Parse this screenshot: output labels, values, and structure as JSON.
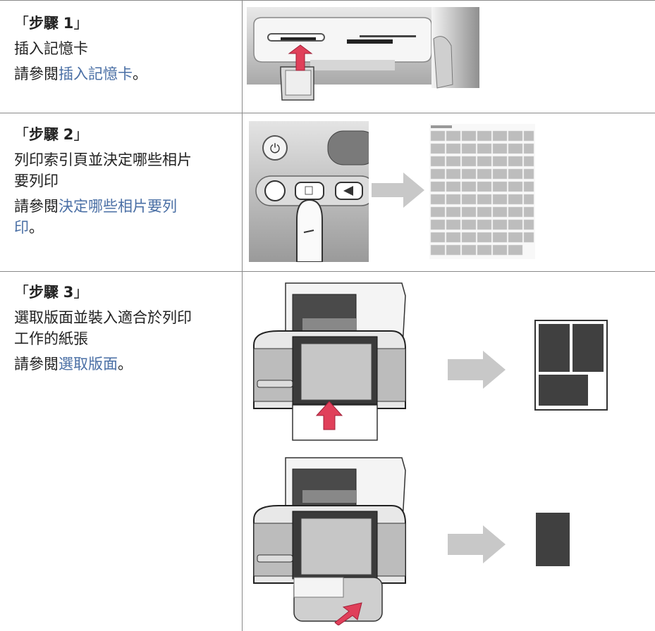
{
  "steps": [
    {
      "open_bracket": "「",
      "step_word": "步驟",
      "number": "1",
      "close_bracket": "」",
      "description": "插入記憶卡",
      "ref_prefix": "請參閱",
      "ref_link": "插入記憶卡",
      "ref_suffix": "。"
    },
    {
      "open_bracket": "「",
      "step_word": "步驟",
      "number": "2",
      "close_bracket": "」",
      "description": "列印索引頁並決定哪些相片要列印",
      "ref_prefix": "請參閱",
      "ref_link": "決定哪些相片要列印",
      "ref_suffix": "。"
    },
    {
      "open_bracket": "「",
      "step_word": "步驟",
      "number": "3",
      "close_bracket": "」",
      "description": "選取版面並裝入適合於列印工作的紙張",
      "ref_prefix": "請參閱",
      "ref_link": "選取版面",
      "ref_suffix": "。"
    }
  ],
  "colors": {
    "link": "#4a6fa5",
    "arrow_pink": "#e0405a",
    "arrow_gray": "#c8c8c8",
    "layout_dark": "#404040"
  }
}
